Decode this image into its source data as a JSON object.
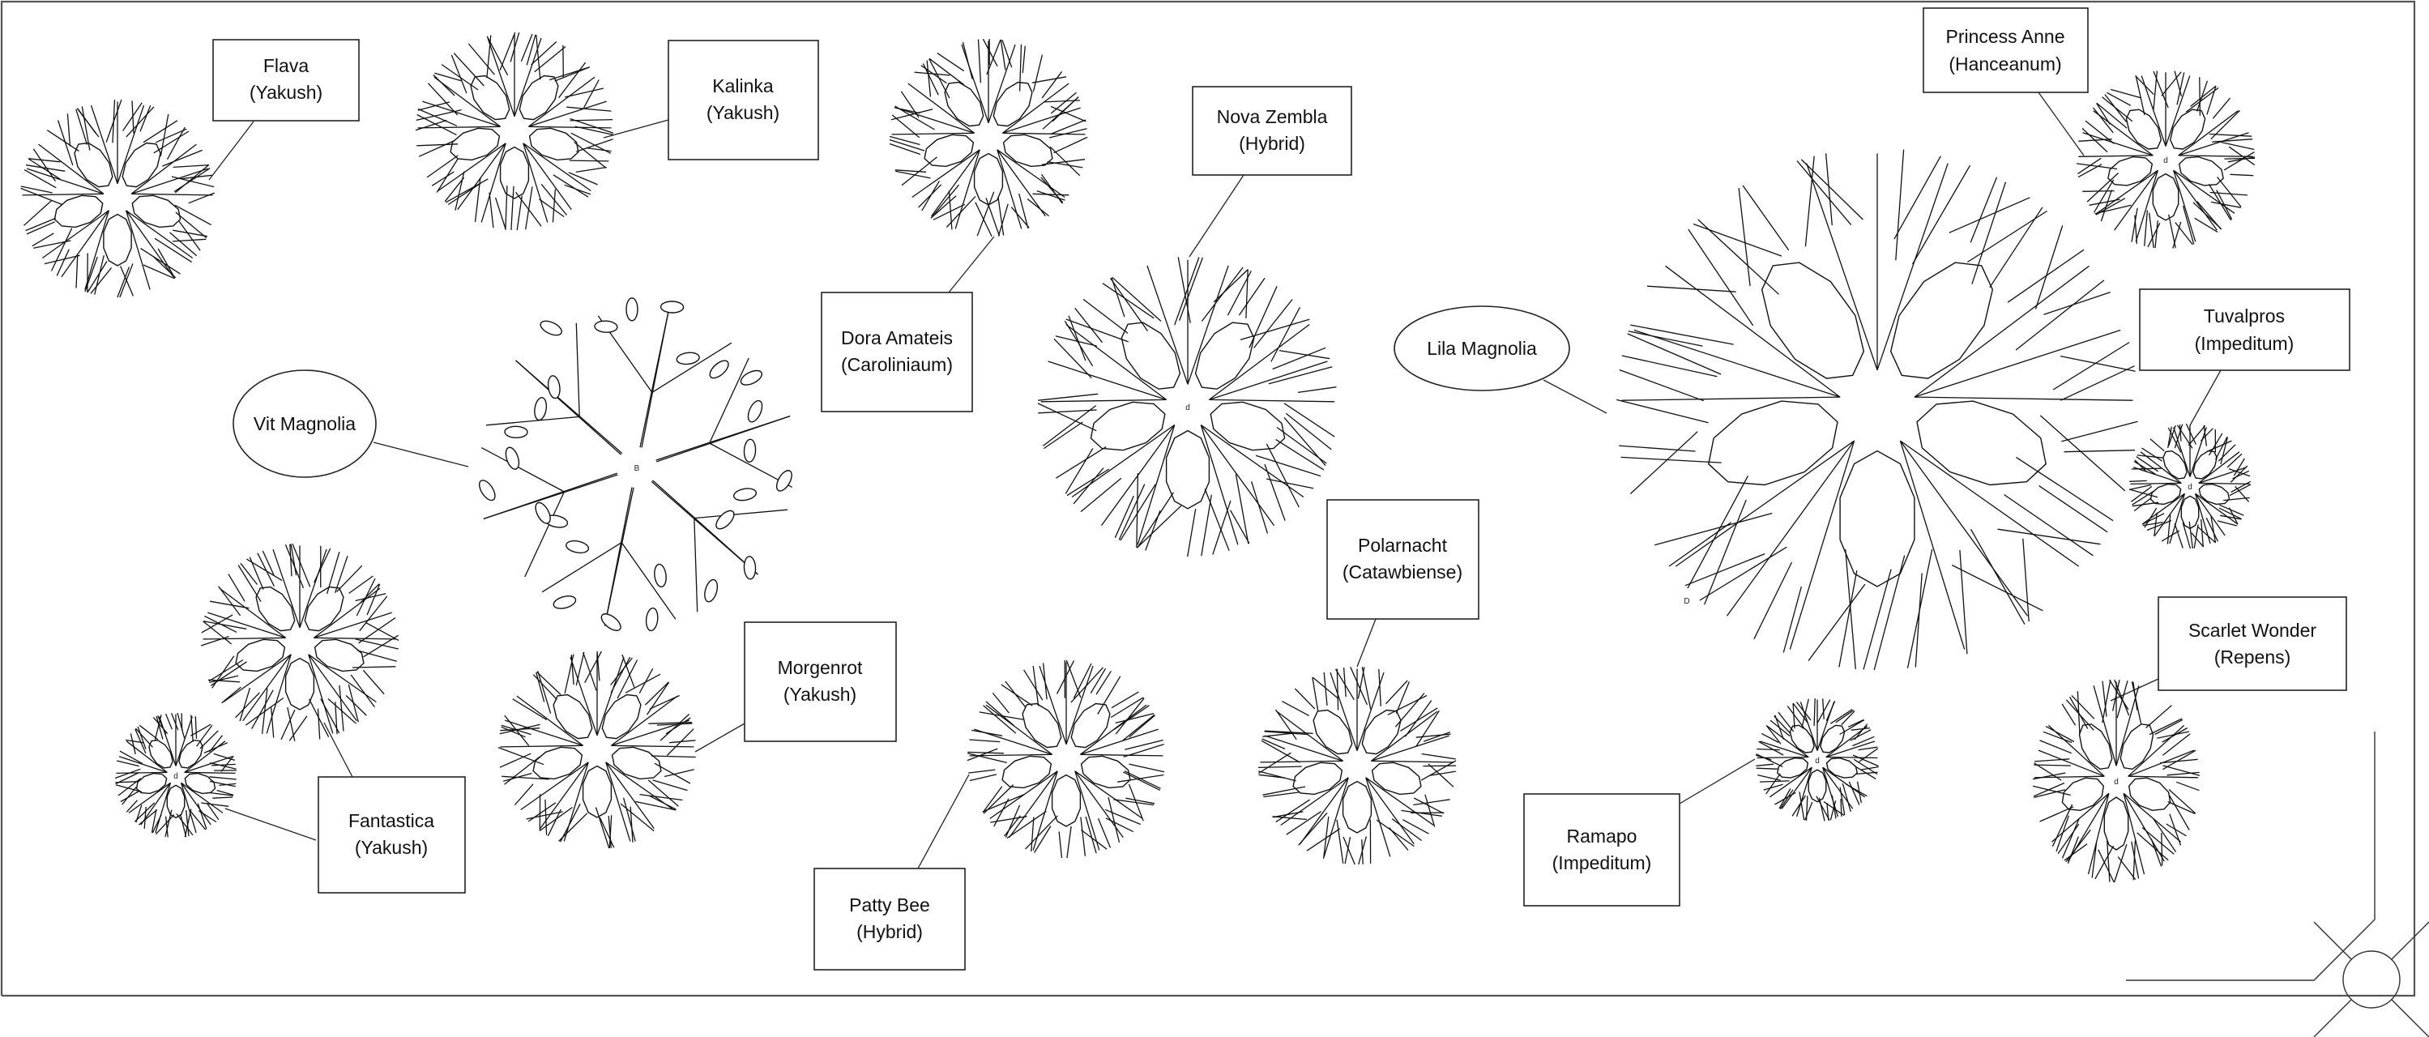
{
  "diagram": {
    "type": "landscape planting plan",
    "labels": [
      {
        "id": "flava",
        "shape": "box",
        "name": "Flava",
        "group": "(Yakush)",
        "tree": "flava"
      },
      {
        "id": "kalinka",
        "shape": "box",
        "name": "Kalinka",
        "group": "(Yakush)",
        "tree": "kalinka"
      },
      {
        "id": "dora-amateis",
        "shape": "box",
        "name": "Dora Amateis",
        "group": "(Caroliniaum)",
        "tree": "dora-amateis"
      },
      {
        "id": "nova-zembla",
        "shape": "box",
        "name": "Nova Zembla",
        "group": "(Hybrid)",
        "tree": "nova-zembla"
      },
      {
        "id": "princess-anne",
        "shape": "box",
        "name": "Princess Anne",
        "group": "(Hanceanum)",
        "tree": "princess-anne"
      },
      {
        "id": "tuvalpros",
        "shape": "box",
        "name": "Tuvalpros",
        "group": "(Impeditum)",
        "tree": "tuvalpros"
      },
      {
        "id": "vit-magnolia",
        "shape": "ellipse",
        "name": "Vit Magnolia",
        "group": "",
        "tree": "vit-magnolia"
      },
      {
        "id": "lila-magnolia",
        "shape": "ellipse",
        "name": "Lila Magnolia",
        "group": "",
        "tree": "lila-magnolia"
      },
      {
        "id": "polarnacht",
        "shape": "box",
        "name": "Polarnacht",
        "group": "(Catawbiense)",
        "tree": "polarnacht"
      },
      {
        "id": "morgenrot",
        "shape": "box",
        "name": "Morgenrot",
        "group": "(Yakush)",
        "tree": "morgenrot"
      },
      {
        "id": "fantastica",
        "shape": "box",
        "name": "Fantastica",
        "group": "(Yakush)",
        "tree": "fantastica"
      },
      {
        "id": "patty-bee",
        "shape": "box",
        "name": "Patty Bee",
        "group": "(Hybrid)",
        "tree": "patty-bee"
      },
      {
        "id": "ramapo",
        "shape": "box",
        "name": "Ramapo",
        "group": "(Impeditum)",
        "tree": "ramapo"
      },
      {
        "id": "scarlet-wonder",
        "shape": "box",
        "name": "Scarlet Wonder",
        "group": "(Repens)",
        "tree": "scarlet-wonder"
      }
    ],
    "trees": [
      {
        "id": "flava",
        "symbol": "shrub",
        "marker": ""
      },
      {
        "id": "kalinka",
        "symbol": "shrub",
        "marker": ""
      },
      {
        "id": "dora-amateis",
        "symbol": "shrub",
        "marker": ""
      },
      {
        "id": "nova-zembla",
        "symbol": "shrub",
        "marker": "d"
      },
      {
        "id": "princess-anne",
        "symbol": "shrub",
        "marker": "d"
      },
      {
        "id": "tuvalpros",
        "symbol": "shrub",
        "marker": "d"
      },
      {
        "id": "vit-magnolia",
        "symbol": "leafy-tree",
        "marker": "B"
      },
      {
        "id": "lila-magnolia",
        "symbol": "shrub",
        "marker": "D"
      },
      {
        "id": "polarnacht",
        "symbol": "shrub",
        "marker": ""
      },
      {
        "id": "morgenrot",
        "symbol": "shrub",
        "marker": ""
      },
      {
        "id": "fantastica",
        "symbol": "shrub",
        "marker": "d"
      },
      {
        "id": "fantastica-upper",
        "symbol": "shrub",
        "marker": ""
      },
      {
        "id": "patty-bee",
        "symbol": "shrub",
        "marker": ""
      },
      {
        "id": "ramapo",
        "symbol": "shrub",
        "marker": "d"
      },
      {
        "id": "scarlet-wonder",
        "symbol": "shrub",
        "marker": "d"
      }
    ],
    "corner_symbol": "compass-lamp-icon"
  }
}
